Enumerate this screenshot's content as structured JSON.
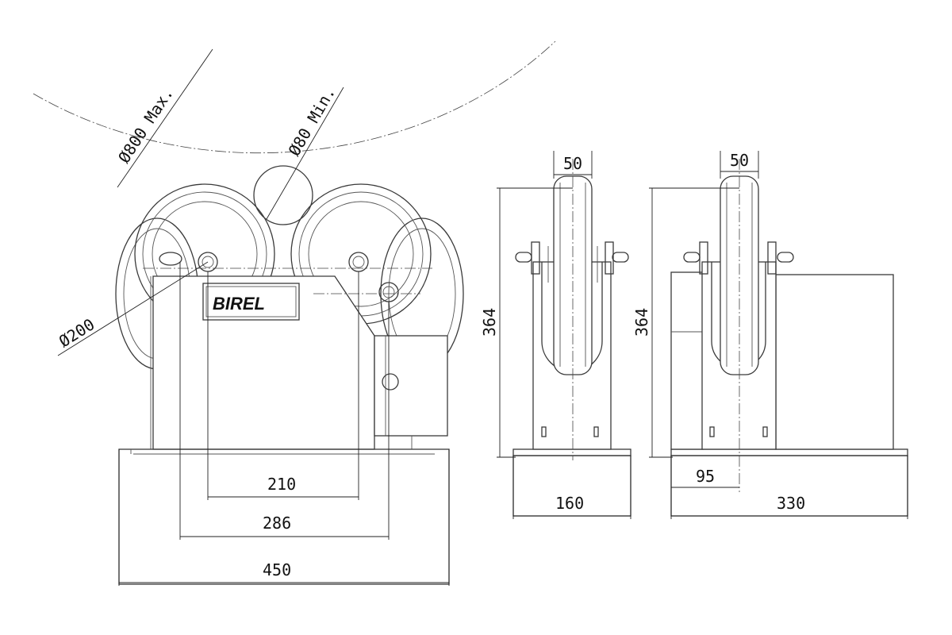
{
  "drawing": {
    "front_view": {
      "dia_max": "Ø800 Max.",
      "dia_min": "Ø80 Min.",
      "dia_wheel": "Ø200",
      "logo": "BIREL",
      "dim_210": "210",
      "dim_286": "286",
      "dim_450": "450"
    },
    "side_view_a": {
      "width_top": "50",
      "height": "364",
      "base_width": "160"
    },
    "side_view_b": {
      "width_top": "50",
      "height": "364",
      "offset": "95",
      "base_width": "330"
    }
  }
}
